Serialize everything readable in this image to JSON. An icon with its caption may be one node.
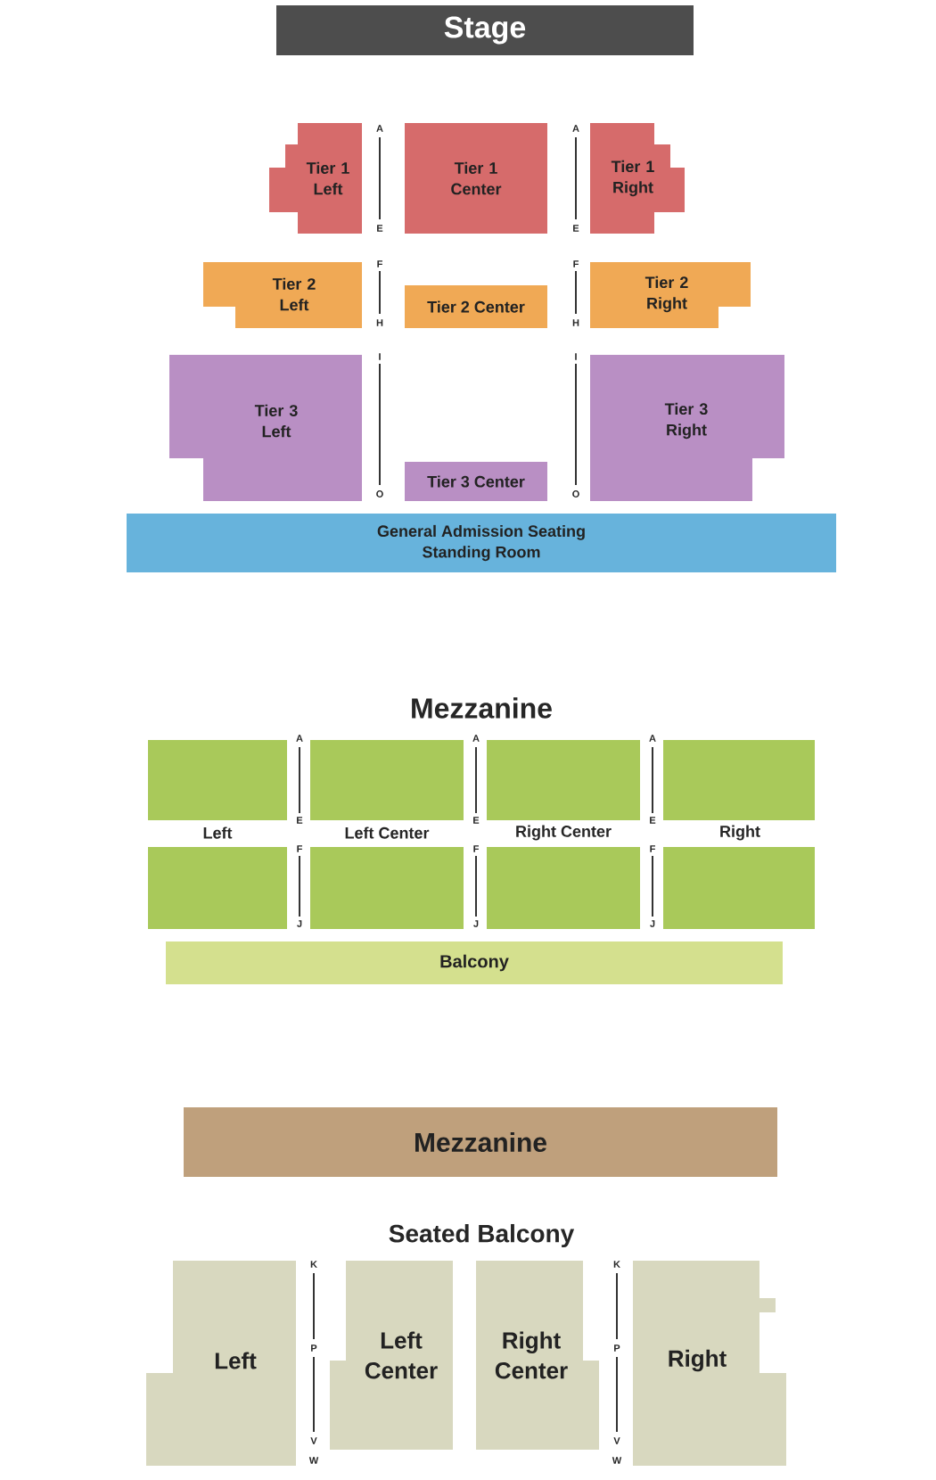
{
  "diagram": {
    "nodes": [
      {
        "text": [
          "Stage"
        ]
      },
      {
        "text": [
          "Tier 1 Left"
        ]
      },
      {
        "text": [
          "Tier 1 Center"
        ]
      },
      {
        "text": [
          "Tier 1 Right"
        ]
      },
      {
        "text": [
          "Tier 2 Left"
        ]
      },
      {
        "text": [
          "Tier 2 Center"
        ]
      },
      {
        "text": [
          "Tier 2 Right"
        ]
      },
      {
        "text": [
          "Tier 3 Left"
        ]
      },
      {
        "text": [
          "Tier 3 Center"
        ]
      },
      {
        "text": [
          "Tier 3 Right"
        ]
      },
      {
        "text": [
          "General Admission Seating",
          "Standing Room"
        ]
      },
      {
        "text": [],
        "shape": "box"
      },
      {
        "text": [],
        "shape": "box"
      },
      {
        "text": [],
        "shape": "box"
      },
      {
        "text": [],
        "shape": "box"
      },
      {
        "text": [],
        "shape": "box"
      },
      {
        "text": [],
        "shape": "box"
      },
      {
        "text": [],
        "shape": "box"
      },
      {
        "text": [],
        "shape": "box"
      },
      {
        "text": [
          "Balcony"
        ]
      },
      {
        "text": [
          "Mezzanine"
        ]
      },
      {
        "text": [
          "Left"
        ]
      },
      {
        "text": [
          "Left Center"
        ]
      },
      {
        "text": [
          "Right Center"
        ]
      },
      {
        "text": [
          "Right"
        ]
      }
    ],
    "labels": [
      "A",
      "A",
      "E",
      "E",
      "F",
      "F",
      "H",
      "H",
      "I",
      "I",
      "O",
      "O",
      "Mezzanine",
      "A",
      "A",
      "A",
      "E",
      "E",
      "E",
      "Left",
      "Left Center",
      "Right Center",
      "Right",
      "F",
      "F",
      "F",
      "J",
      "J",
      "J",
      "Seated Balcony",
      "K",
      "K",
      "P",
      "P",
      "V",
      "V",
      "W",
      "W"
    ]
  }
}
